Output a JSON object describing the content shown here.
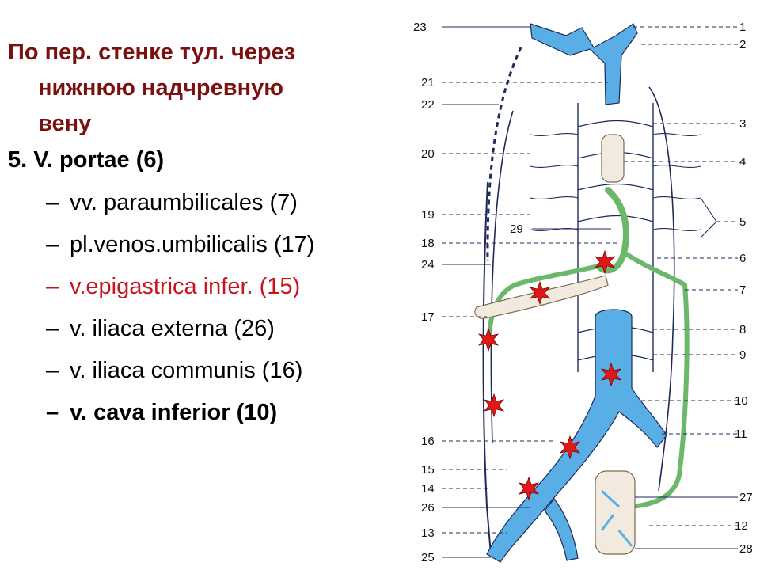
{
  "heading": {
    "line1": "По пер. стенке тул. через",
    "line2": "нижнюю надчревную",
    "line3": "вену"
  },
  "list": {
    "main": "5. V. portae (6)",
    "dash": "–",
    "items": [
      "vv. paraumbilicales (7)",
      "pl.venos.umbilicalis (17)",
      "v.epigastrica infer. (15)",
      "v. iliaca externa (26)",
      "v. iliaca communis (16)",
      "v. cava inferior (10)"
    ]
  },
  "diagram": {
    "labels_left": [
      "23",
      "21",
      "22",
      "20",
      "19",
      "29",
      "18",
      "24",
      "17",
      "16",
      "15",
      "14",
      "26",
      "13",
      "25"
    ],
    "labels_right": [
      "1",
      "2",
      "3",
      "4",
      "5",
      "6",
      "7",
      "8",
      "9",
      "10",
      "11",
      "27",
      "12",
      "28"
    ],
    "colors": {
      "vein_blue": "#5aaee6",
      "portal_green": "#6bb86a",
      "star_red": "#e01818",
      "outline": "#1e2a5a"
    }
  }
}
